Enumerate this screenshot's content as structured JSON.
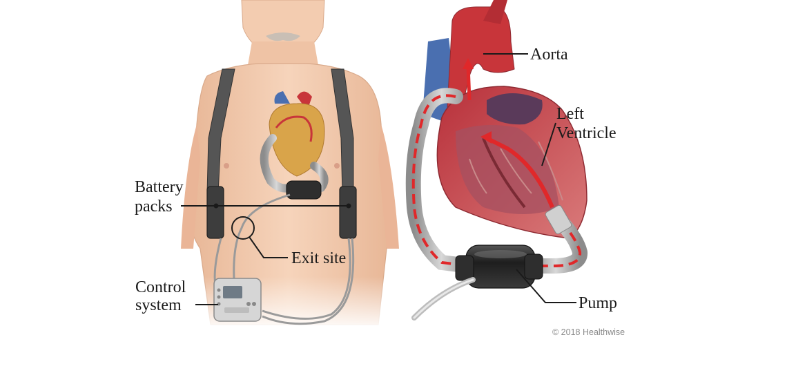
{
  "labels": {
    "battery_line1": "Battery",
    "battery_line2": "packs",
    "exit_site": "Exit site",
    "control_line1": "Control",
    "control_line2": "system",
    "aorta": "Aorta",
    "left_line1": "Left",
    "left_line2": "Ventricle",
    "pump": "Pump"
  },
  "credit": "© 2018 Healthwise",
  "colors": {
    "skin": "#f3ccb0",
    "skin_shadow": "#e2ac8c",
    "strap": "#5a5a5a",
    "heart_red": "#c8353a",
    "heart_dark": "#8e2a32",
    "vessel_blue": "#4a6fb0",
    "pump_black": "#2a2a2a",
    "tube_gray": "#9a9a9a",
    "arrow_red": "#e0282a"
  }
}
